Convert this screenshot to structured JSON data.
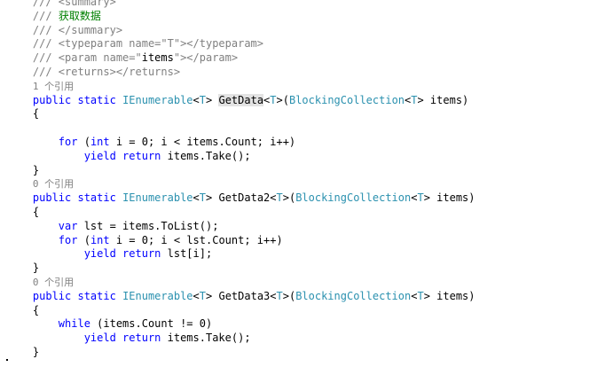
{
  "editor": {
    "lines": [
      [
        {
          "t": "    ",
          "c": "pl"
        },
        {
          "t": "/// <summary>",
          "c": "cm"
        }
      ],
      [
        {
          "t": "    ",
          "c": "pl"
        },
        {
          "t": "/// ",
          "c": "cm"
        },
        {
          "t": "获取数据",
          "c": "cz"
        }
      ],
      [
        {
          "t": "    ",
          "c": "pl"
        },
        {
          "t": "/// </summary>",
          "c": "cm"
        }
      ],
      [
        {
          "t": "    ",
          "c": "pl"
        },
        {
          "t": "/// <typeparam name=\"T\"></typeparam>",
          "c": "cm"
        }
      ],
      [
        {
          "t": "    ",
          "c": "pl"
        },
        {
          "t": "/// <param name=\"",
          "c": "cm"
        },
        {
          "t": "items",
          "c": "pl"
        },
        {
          "t": "\"></param>",
          "c": "cm"
        }
      ],
      [
        {
          "t": "    ",
          "c": "pl"
        },
        {
          "t": "/// <returns></returns>",
          "c": "cm"
        }
      ],
      [
        {
          "t": "    ",
          "c": "pl"
        },
        {
          "t": "1 个引用",
          "c": "cl"
        }
      ],
      [
        {
          "t": "    ",
          "c": "pl"
        },
        {
          "t": "public static ",
          "c": "kw"
        },
        {
          "t": "IEnumerable",
          "c": "ty"
        },
        {
          "t": "<",
          "c": "pl"
        },
        {
          "t": "T",
          "c": "ty"
        },
        {
          "t": "> ",
          "c": "pl"
        },
        {
          "t": "GetData",
          "c": "hl"
        },
        {
          "t": "<",
          "c": "pl"
        },
        {
          "t": "T",
          "c": "ty"
        },
        {
          "t": ">(",
          "c": "pl"
        },
        {
          "t": "BlockingCollection",
          "c": "ty"
        },
        {
          "t": "<",
          "c": "pl"
        },
        {
          "t": "T",
          "c": "ty"
        },
        {
          "t": "> items)",
          "c": "pl"
        }
      ],
      [
        {
          "t": "    {",
          "c": "pl"
        }
      ],
      [
        {
          "t": "",
          "c": "pl"
        }
      ],
      [
        {
          "t": "        ",
          "c": "pl"
        },
        {
          "t": "for",
          "c": "kw"
        },
        {
          "t": " (",
          "c": "pl"
        },
        {
          "t": "int",
          "c": "kw"
        },
        {
          "t": " i = 0; i < items.Count; i++)",
          "c": "pl"
        }
      ],
      [
        {
          "t": "            ",
          "c": "pl"
        },
        {
          "t": "yield return",
          "c": "kw"
        },
        {
          "t": " items.Take();",
          "c": "pl"
        }
      ],
      [
        {
          "t": "    }",
          "c": "pl"
        }
      ],
      [
        {
          "t": "    ",
          "c": "pl"
        },
        {
          "t": "0 个引用",
          "c": "cl"
        }
      ],
      [
        {
          "t": "    ",
          "c": "pl"
        },
        {
          "t": "public static ",
          "c": "kw"
        },
        {
          "t": "IEnumerable",
          "c": "ty"
        },
        {
          "t": "<",
          "c": "pl"
        },
        {
          "t": "T",
          "c": "ty"
        },
        {
          "t": "> GetData2<",
          "c": "pl"
        },
        {
          "t": "T",
          "c": "ty"
        },
        {
          "t": ">(",
          "c": "pl"
        },
        {
          "t": "BlockingCollection",
          "c": "ty"
        },
        {
          "t": "<",
          "c": "pl"
        },
        {
          "t": "T",
          "c": "ty"
        },
        {
          "t": "> items)",
          "c": "pl"
        }
      ],
      [
        {
          "t": "    {",
          "c": "pl"
        }
      ],
      [
        {
          "t": "        ",
          "c": "pl"
        },
        {
          "t": "var",
          "c": "kw"
        },
        {
          "t": " lst = items.ToList();",
          "c": "pl"
        }
      ],
      [
        {
          "t": "        ",
          "c": "pl"
        },
        {
          "t": "for",
          "c": "kw"
        },
        {
          "t": " (",
          "c": "pl"
        },
        {
          "t": "int",
          "c": "kw"
        },
        {
          "t": " i = 0; i < lst.Count; i++)",
          "c": "pl"
        }
      ],
      [
        {
          "t": "            ",
          "c": "pl"
        },
        {
          "t": "yield return",
          "c": "kw"
        },
        {
          "t": " lst[i];",
          "c": "pl"
        }
      ],
      [
        {
          "t": "    }",
          "c": "pl"
        }
      ],
      [
        {
          "t": "    ",
          "c": "pl"
        },
        {
          "t": "0 个引用",
          "c": "cl"
        }
      ],
      [
        {
          "t": "    ",
          "c": "pl"
        },
        {
          "t": "public static ",
          "c": "kw"
        },
        {
          "t": "IEnumerable",
          "c": "ty"
        },
        {
          "t": "<",
          "c": "pl"
        },
        {
          "t": "T",
          "c": "ty"
        },
        {
          "t": "> GetData3<",
          "c": "pl"
        },
        {
          "t": "T",
          "c": "ty"
        },
        {
          "t": ">(",
          "c": "pl"
        },
        {
          "t": "BlockingCollection",
          "c": "ty"
        },
        {
          "t": "<",
          "c": "pl"
        },
        {
          "t": "T",
          "c": "ty"
        },
        {
          "t": "> items)",
          "c": "pl"
        }
      ],
      [
        {
          "t": "    {",
          "c": "pl"
        }
      ],
      [
        {
          "t": "        ",
          "c": "pl"
        },
        {
          "t": "while",
          "c": "kw"
        },
        {
          "t": " (items.Count != 0)",
          "c": "pl"
        }
      ],
      [
        {
          "t": "            ",
          "c": "pl"
        },
        {
          "t": "yield return",
          "c": "kw"
        },
        {
          "t": " items.Take();",
          "c": "pl"
        }
      ],
      [
        {
          "t": "    }",
          "c": "pl"
        }
      ]
    ]
  },
  "colors": {
    "keyword": "#0000ff",
    "type": "#2b91af",
    "comment": "#808080",
    "comment_cjk": "#008000",
    "codelens": "#808080",
    "highlight": "#e3e3e3",
    "background": "#ffffff"
  }
}
